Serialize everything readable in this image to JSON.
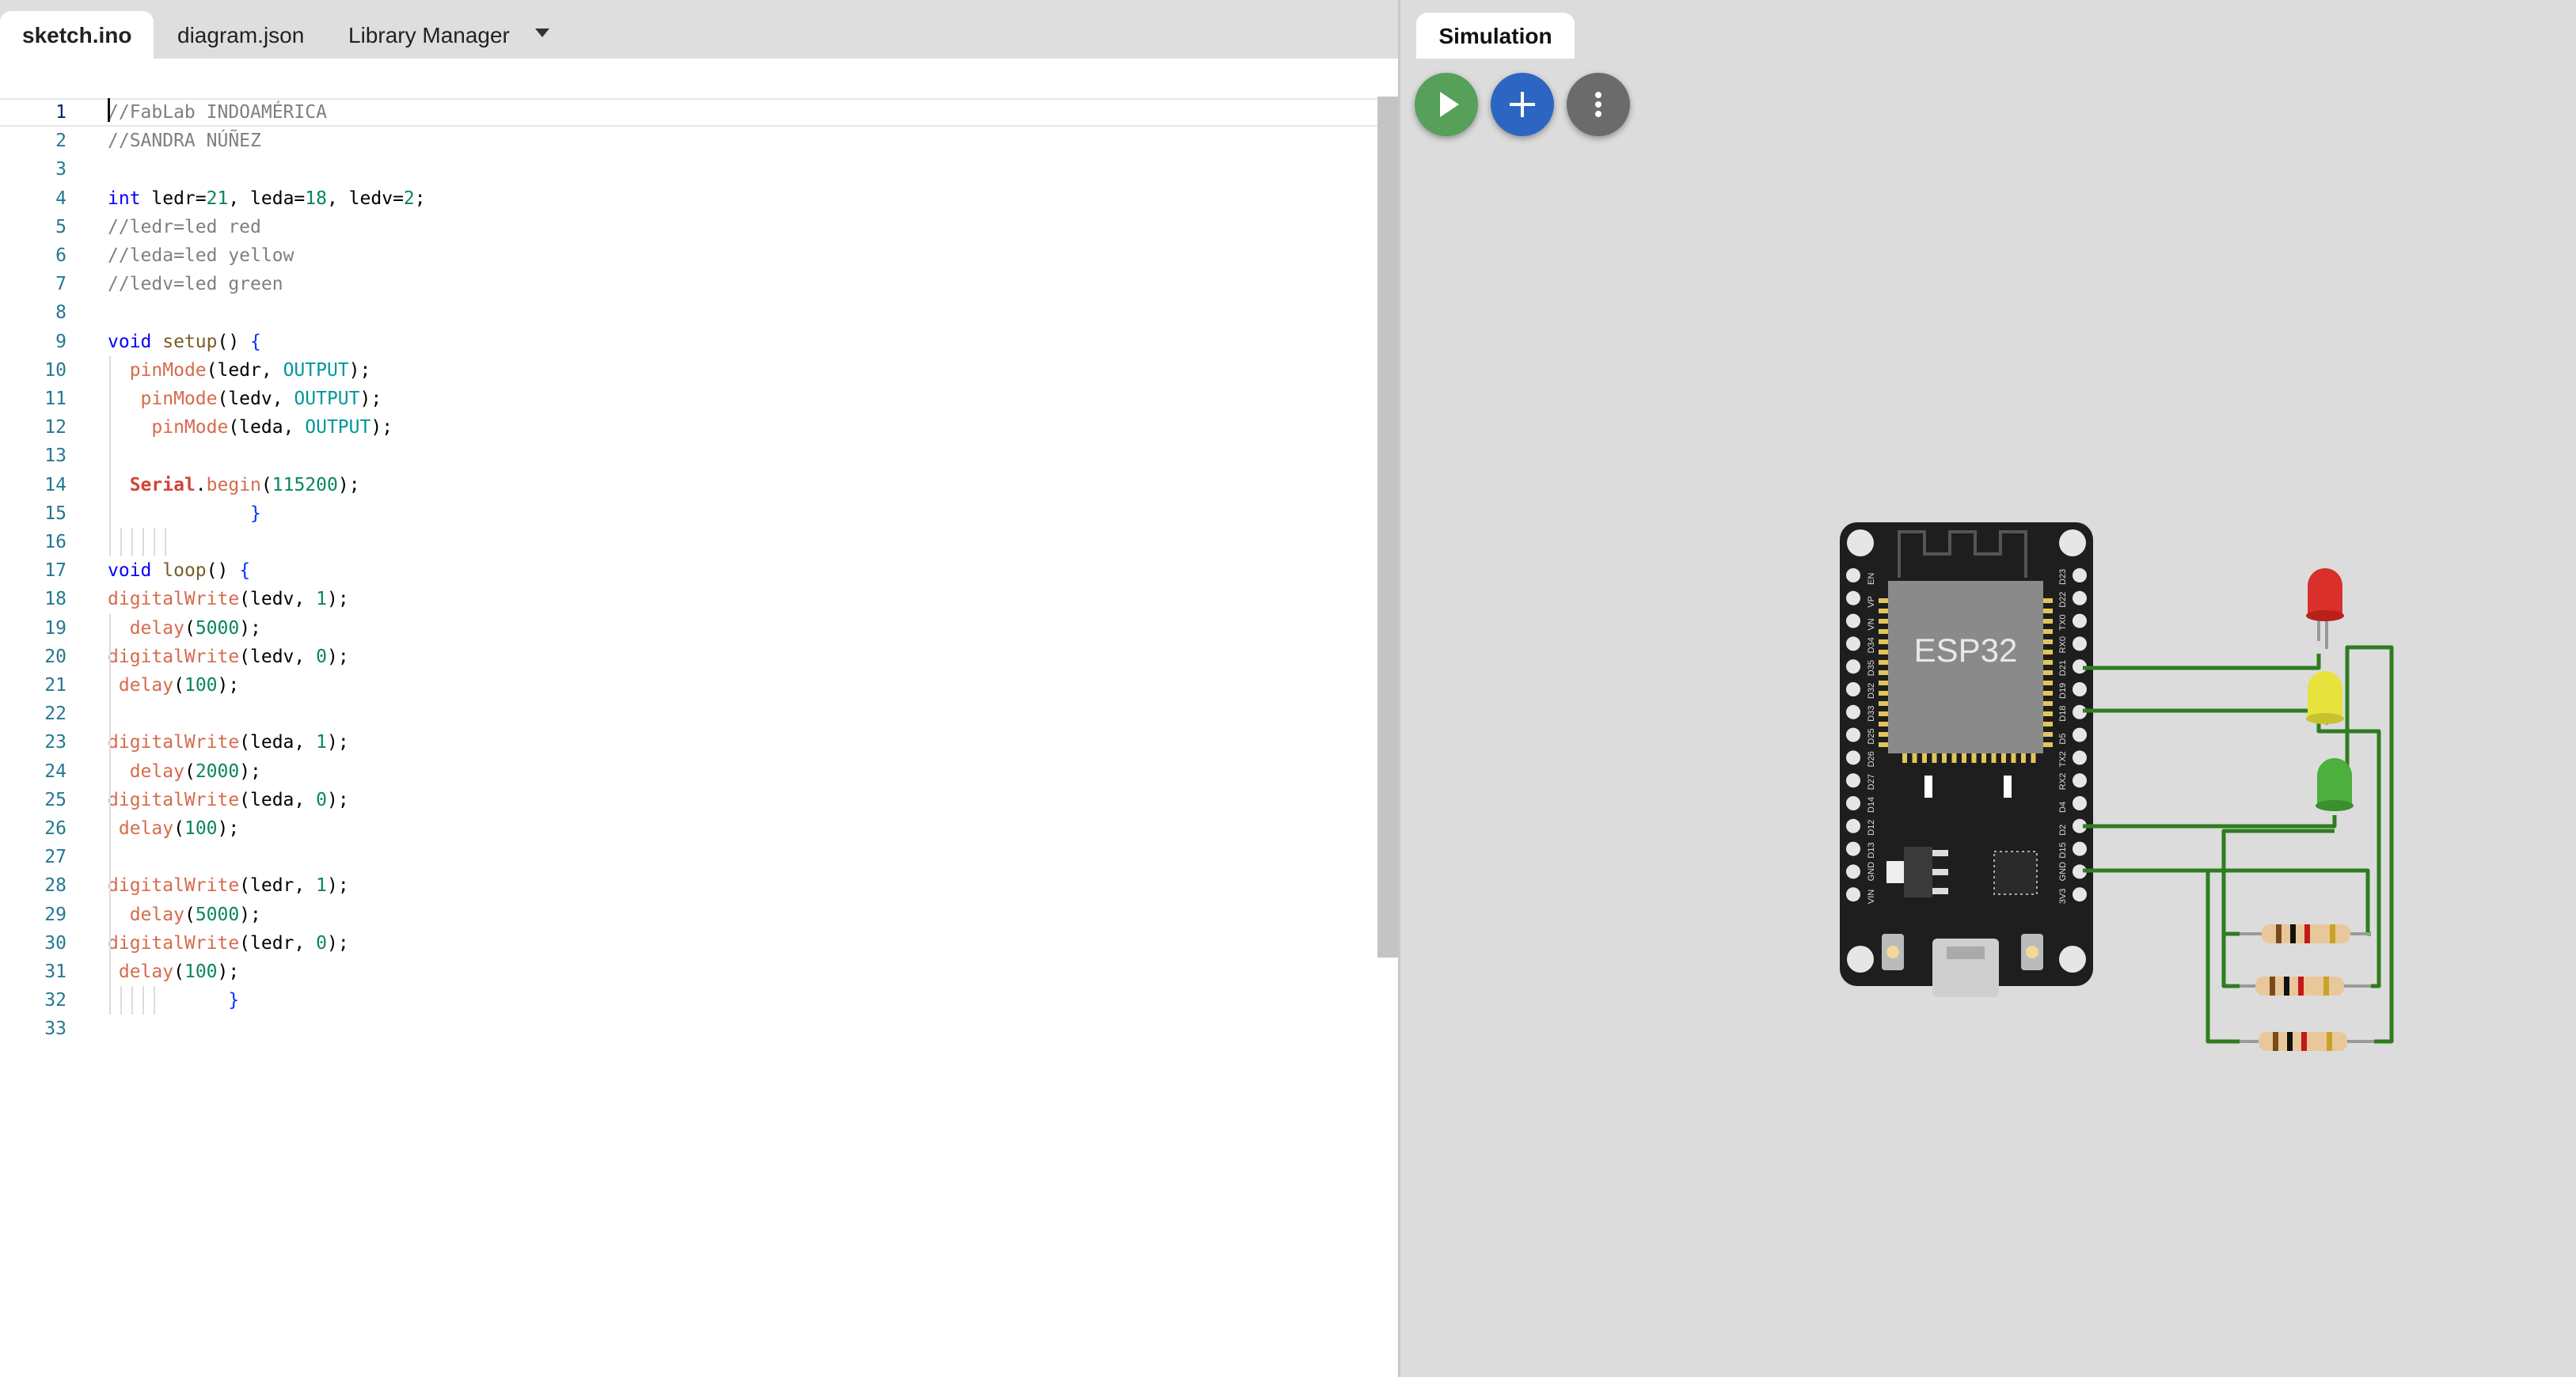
{
  "editor": {
    "tabs": [
      {
        "label": "sketch.ino"
      },
      {
        "label": "diagram.json"
      },
      {
        "label": "Library Manager"
      }
    ],
    "lines": [
      {
        "n": "1",
        "t": [
          [
            "c-com",
            "//FabLab INDOAMÉRICA"
          ]
        ]
      },
      {
        "n": "2",
        "t": [
          [
            "c-com",
            "//SANDRA NÚÑEZ"
          ]
        ]
      },
      {
        "n": "3",
        "t": []
      },
      {
        "n": "4",
        "t": [
          [
            "c-kw",
            "int"
          ],
          [
            "c-plain",
            " ledr="
          ],
          [
            "c-num",
            "21"
          ],
          [
            "c-plain",
            ", leda="
          ],
          [
            "c-num",
            "18"
          ],
          [
            "c-plain",
            ", ledv="
          ],
          [
            "c-num",
            "2"
          ],
          [
            "c-plain",
            ";"
          ]
        ]
      },
      {
        "n": "5",
        "t": [
          [
            "c-com",
            "//ledr=led red"
          ]
        ]
      },
      {
        "n": "6",
        "t": [
          [
            "c-com",
            "//leda=led yellow"
          ]
        ]
      },
      {
        "n": "7",
        "t": [
          [
            "c-com",
            "//ledv=led green"
          ]
        ]
      },
      {
        "n": "8",
        "t": []
      },
      {
        "n": "9",
        "t": [
          [
            "c-kw",
            "void"
          ],
          [
            "c-plain",
            " "
          ],
          [
            "c-loop",
            "setup"
          ],
          [
            "c-plain",
            "() "
          ],
          [
            "c-brace",
            "{"
          ]
        ]
      },
      {
        "n": "10",
        "t": [
          [
            "c-plain",
            "  "
          ],
          [
            "c-fn",
            "pinMode"
          ],
          [
            "c-plain",
            "(ledr, "
          ],
          [
            "c-const",
            "OUTPUT"
          ],
          [
            "c-plain",
            ");"
          ]
        ]
      },
      {
        "n": "11",
        "t": [
          [
            "c-plain",
            "   "
          ],
          [
            "c-fn",
            "pinMode"
          ],
          [
            "c-plain",
            "(ledv, "
          ],
          [
            "c-const",
            "OUTPUT"
          ],
          [
            "c-plain",
            ");"
          ]
        ]
      },
      {
        "n": "12",
        "t": [
          [
            "c-plain",
            "    "
          ],
          [
            "c-fn",
            "pinMode"
          ],
          [
            "c-plain",
            "(leda, "
          ],
          [
            "c-const",
            "OUTPUT"
          ],
          [
            "c-plain",
            ");"
          ]
        ]
      },
      {
        "n": "13",
        "t": []
      },
      {
        "n": "14",
        "t": [
          [
            "c-plain",
            "  "
          ],
          [
            "c-ser",
            "Serial"
          ],
          [
            "c-plain",
            "."
          ],
          [
            "c-fn",
            "begin"
          ],
          [
            "c-plain",
            "("
          ],
          [
            "c-num",
            "115200"
          ],
          [
            "c-plain",
            ");"
          ]
        ]
      },
      {
        "n": "15",
        "t": [
          [
            "c-plain",
            "             "
          ],
          [
            "c-brace",
            "}"
          ]
        ]
      },
      {
        "n": "16",
        "t": []
      },
      {
        "n": "17",
        "t": [
          [
            "c-kw",
            "void"
          ],
          [
            "c-plain",
            " "
          ],
          [
            "c-loop",
            "loop"
          ],
          [
            "c-plain",
            "() "
          ],
          [
            "c-brace",
            "{"
          ]
        ]
      },
      {
        "n": "18",
        "t": [
          [
            "c-fn",
            "digitalWrite"
          ],
          [
            "c-plain",
            "(ledv, "
          ],
          [
            "c-num",
            "1"
          ],
          [
            "c-plain",
            ");"
          ]
        ]
      },
      {
        "n": "19",
        "t": [
          [
            "c-plain",
            "  "
          ],
          [
            "c-fn",
            "delay"
          ],
          [
            "c-plain",
            "("
          ],
          [
            "c-num",
            "5000"
          ],
          [
            "c-plain",
            ");"
          ]
        ]
      },
      {
        "n": "20",
        "t": [
          [
            "c-fn",
            "digitalWrite"
          ],
          [
            "c-plain",
            "(ledv, "
          ],
          [
            "c-num",
            "0"
          ],
          [
            "c-plain",
            ");"
          ]
        ]
      },
      {
        "n": "21",
        "t": [
          [
            "c-plain",
            " "
          ],
          [
            "c-fn",
            "delay"
          ],
          [
            "c-plain",
            "("
          ],
          [
            "c-num",
            "100"
          ],
          [
            "c-plain",
            ");"
          ]
        ]
      },
      {
        "n": "22",
        "t": []
      },
      {
        "n": "23",
        "t": [
          [
            "c-fn",
            "digitalWrite"
          ],
          [
            "c-plain",
            "(leda, "
          ],
          [
            "c-num",
            "1"
          ],
          [
            "c-plain",
            ");"
          ]
        ]
      },
      {
        "n": "24",
        "t": [
          [
            "c-plain",
            "  "
          ],
          [
            "c-fn",
            "delay"
          ],
          [
            "c-plain",
            "("
          ],
          [
            "c-num",
            "2000"
          ],
          [
            "c-plain",
            ");"
          ]
        ]
      },
      {
        "n": "25",
        "t": [
          [
            "c-fn",
            "digitalWrite"
          ],
          [
            "c-plain",
            "(leda, "
          ],
          [
            "c-num",
            "0"
          ],
          [
            "c-plain",
            ");"
          ]
        ]
      },
      {
        "n": "26",
        "t": [
          [
            "c-plain",
            " "
          ],
          [
            "c-fn",
            "delay"
          ],
          [
            "c-plain",
            "("
          ],
          [
            "c-num",
            "100"
          ],
          [
            "c-plain",
            ");"
          ]
        ]
      },
      {
        "n": "27",
        "t": []
      },
      {
        "n": "28",
        "t": [
          [
            "c-fn",
            "digitalWrite"
          ],
          [
            "c-plain",
            "(ledr, "
          ],
          [
            "c-num",
            "1"
          ],
          [
            "c-plain",
            ");"
          ]
        ]
      },
      {
        "n": "29",
        "t": [
          [
            "c-plain",
            "  "
          ],
          [
            "c-fn",
            "delay"
          ],
          [
            "c-plain",
            "("
          ],
          [
            "c-num",
            "5000"
          ],
          [
            "c-plain",
            ");"
          ]
        ]
      },
      {
        "n": "30",
        "t": [
          [
            "c-fn",
            "digitalWrite"
          ],
          [
            "c-plain",
            "(ledr, "
          ],
          [
            "c-num",
            "0"
          ],
          [
            "c-plain",
            ");"
          ]
        ]
      },
      {
        "n": "31",
        "t": [
          [
            "c-plain",
            " "
          ],
          [
            "c-fn",
            "delay"
          ],
          [
            "c-plain",
            "("
          ],
          [
            "c-num",
            "100"
          ],
          [
            "c-plain",
            ");"
          ]
        ]
      },
      {
        "n": "32",
        "t": [
          [
            "c-plain",
            "           "
          ],
          [
            "c-brace",
            "}"
          ]
        ]
      },
      {
        "n": "33",
        "t": []
      }
    ]
  },
  "simulation": {
    "tab_label": "Simulation",
    "buttons": {
      "play_icon": "play-icon",
      "add_icon": "plus-icon",
      "more_icon": "more-vertical-icon"
    },
    "board": {
      "chip_label": "ESP32",
      "left_pins": [
        "EN",
        "VP",
        "VN",
        "D34",
        "D35",
        "D32",
        "D33",
        "D25",
        "D26",
        "D27",
        "D14",
        "D12",
        "D13",
        "GND",
        "VIN"
      ],
      "right_pins": [
        "D23",
        "D22",
        "TX0",
        "RX0",
        "D21",
        "D19",
        "D18",
        "D5",
        "TX2",
        "RX2",
        "D4",
        "D2",
        "D15",
        "GND",
        "3V3"
      ]
    },
    "colors": {
      "wire": "#2e7d1f",
      "board": "#1e1e1e",
      "chip": "#8a8a8a",
      "led_red": "#d9302b",
      "led_yellow": "#e8e23c",
      "led_green": "#4caf3e"
    }
  }
}
